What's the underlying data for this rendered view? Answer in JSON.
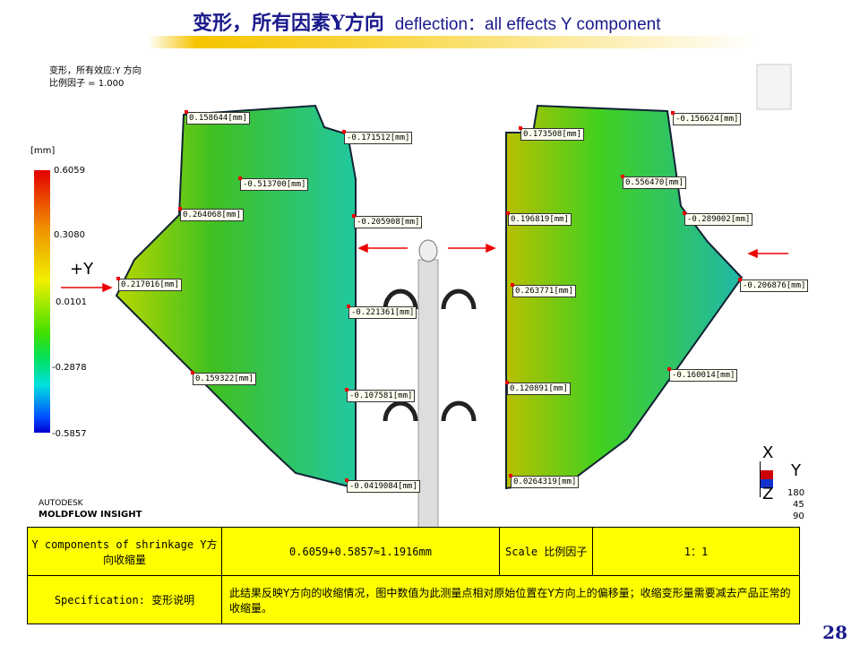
{
  "title": {
    "cn": "变形，所有因素Y方向",
    "en": "deflection：all effects Y component"
  },
  "plot_header": {
    "line1": "变形，所有效应:Y 方向",
    "line2": "比例因子 = 1.000"
  },
  "legend": {
    "unit": "[mm]",
    "ticks": [
      "0.6059",
      "0.3080",
      "0.0101",
      "-0.2878",
      "-0.5857"
    ]
  },
  "direction_label": "+Y",
  "left_part_labels": [
    "0.158644[mm]",
    "-0.171512[mm]",
    "-0.513700[mm]",
    "0.264068[mm]",
    "-0.205908[mm]",
    "0.217016[mm]",
    "-0.221361[mm]",
    "0.159322[mm]",
    "-0.107581[mm]",
    "-0.0419084[mm]"
  ],
  "right_part_labels": [
    "-0.156624[mm]",
    "0.173508[mm]",
    "0.556470[mm]",
    "0.196819[mm]",
    "-0.289002[mm]",
    "-0.206876[mm]",
    "0.263771[mm]",
    "0.120891[mm]",
    "-0.160014[mm]",
    "0.0264319[mm]"
  ],
  "brand": {
    "line1": "AUTODESK",
    "line2": "MOLDFLOW INSIGHT"
  },
  "axes": {
    "x": "X",
    "y": "Y",
    "z": "Z",
    "angles": [
      "180",
      "45",
      "90"
    ]
  },
  "table": {
    "r1c1": "Y components of shrinkage Y方向收缩量",
    "r1c2": "0.6059+0.5857≈1.1916mm",
    "r1c3": "Scale 比例因子",
    "r1c4": "1：1",
    "r2c1": "Specification: 变形说明",
    "r2c2": "此结果反映Y方向的收缩情况，图中数值为此测量点相对原始位置在Y方向上的偏移量；收缩变形量需要减去产品正常的收缩量。"
  },
  "page_number": "28"
}
